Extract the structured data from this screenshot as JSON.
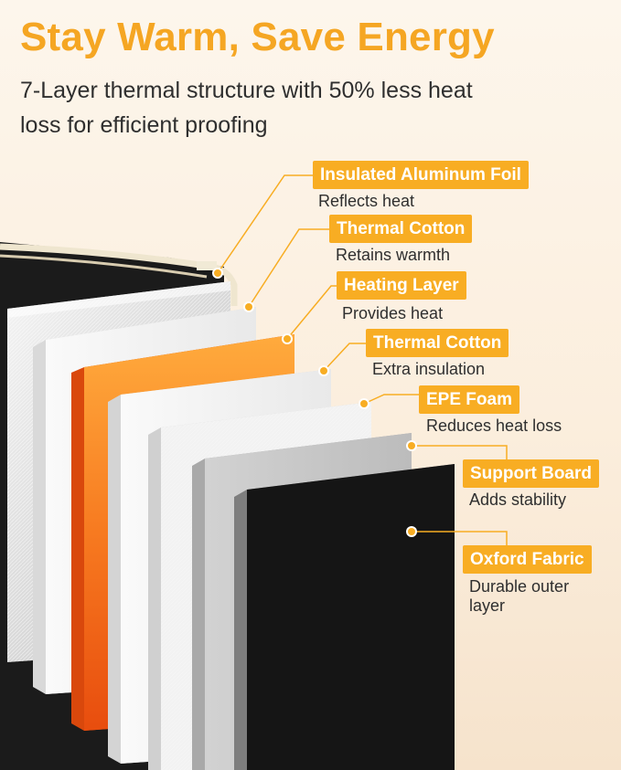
{
  "header": {
    "title": "Stay Warm, Save Energy",
    "subtitle": "7-Layer thermal structure with 50% less heat loss for efficient proofing"
  },
  "layers": [
    {
      "name": "Insulated Aluminum Foil",
      "description": "Reflects heat"
    },
    {
      "name": "Thermal Cotton",
      "description": "Retains warmth"
    },
    {
      "name": "Heating Layer",
      "description": "Provides heat"
    },
    {
      "name": "Thermal Cotton",
      "description": "Extra insulation"
    },
    {
      "name": "EPE Foam",
      "description": "Reduces heat loss"
    },
    {
      "name": "Support Board",
      "description": "Adds stability"
    },
    {
      "name": "Oxford Fabric",
      "description": "Durable outer layer"
    }
  ],
  "colors": {
    "accent": "#f8ad23",
    "title": "#f5a623",
    "text": "#2f2f2f",
    "heating_layer": "#f57a1f",
    "oxford_fabric": "#141414"
  }
}
